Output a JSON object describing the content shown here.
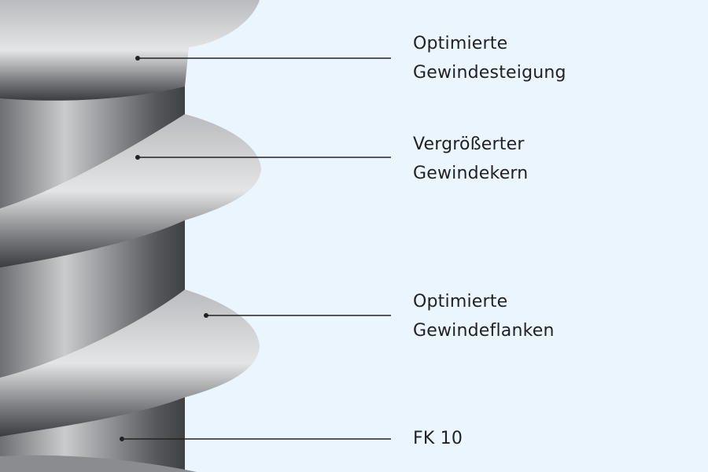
{
  "colors": {
    "background": "#eaf5fd",
    "leader_line": "#222222",
    "text": "#222222"
  },
  "labels": [
    {
      "line1": "Optimierte",
      "line2": "Gewindesteigung"
    },
    {
      "line1": "Vergrößerter",
      "line2": "Gewindekern"
    },
    {
      "line1": "Optimierte",
      "line2": "Gewindeflanken"
    },
    {
      "line1": "FK 10",
      "line2": ""
    }
  ]
}
